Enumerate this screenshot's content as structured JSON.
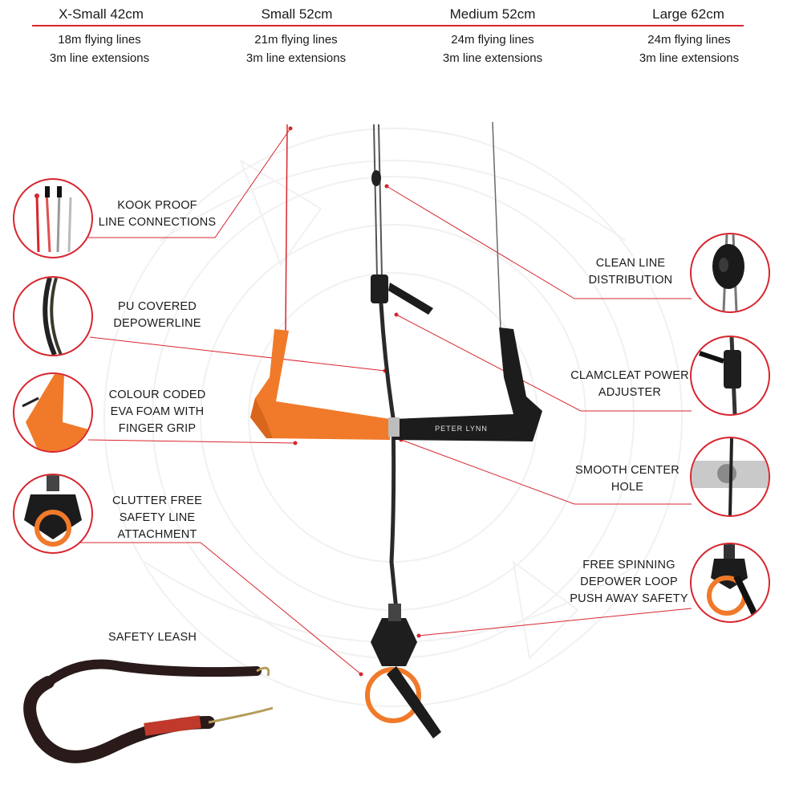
{
  "sizes": [
    {
      "name": "X-Small 42cm",
      "lines": "18m flying lines",
      "extensions": "3m line extensions"
    },
    {
      "name": "Small 52cm",
      "lines": "21m flying lines",
      "extensions": "3m line extensions"
    },
    {
      "name": "Medium 52cm",
      "lines": "24m flying lines",
      "extensions": "3m line extensions"
    },
    {
      "name": "Large 62cm",
      "lines": "24m flying lines",
      "extensions": "3m line extensions"
    }
  ],
  "features": {
    "kook_proof": [
      "KOOK PROOF",
      "LINE CONNECTIONS"
    ],
    "pu_covered": [
      "PU COVERED",
      "DEPOWERLINE"
    ],
    "colour_coded": [
      "COLOUR CODED",
      "EVA FOAM WITH",
      "FINGER GRIP"
    ],
    "clutter_free": [
      "CLUTTER FREE",
      "SAFETY LINE",
      "ATTACHMENT"
    ],
    "safety_leash": [
      "SAFETY LEASH"
    ],
    "clean_line": [
      "CLEAN LINE",
      "DISTRIBUTION"
    ],
    "clamcleat": [
      "CLAMCLEAT POWER",
      "ADJUSTER"
    ],
    "smooth_center": [
      "SMOOTH CENTER",
      "HOLE"
    ],
    "free_spinning": [
      "FREE SPINNING",
      "DEPOWER LOOP",
      "PUSH AWAY SAFETY"
    ]
  },
  "bar_brand_text": "PETER LYNN",
  "colors": {
    "accent": "#d7262f",
    "orange": "#f07a2a",
    "bar_black": "#1c1c1c"
  }
}
